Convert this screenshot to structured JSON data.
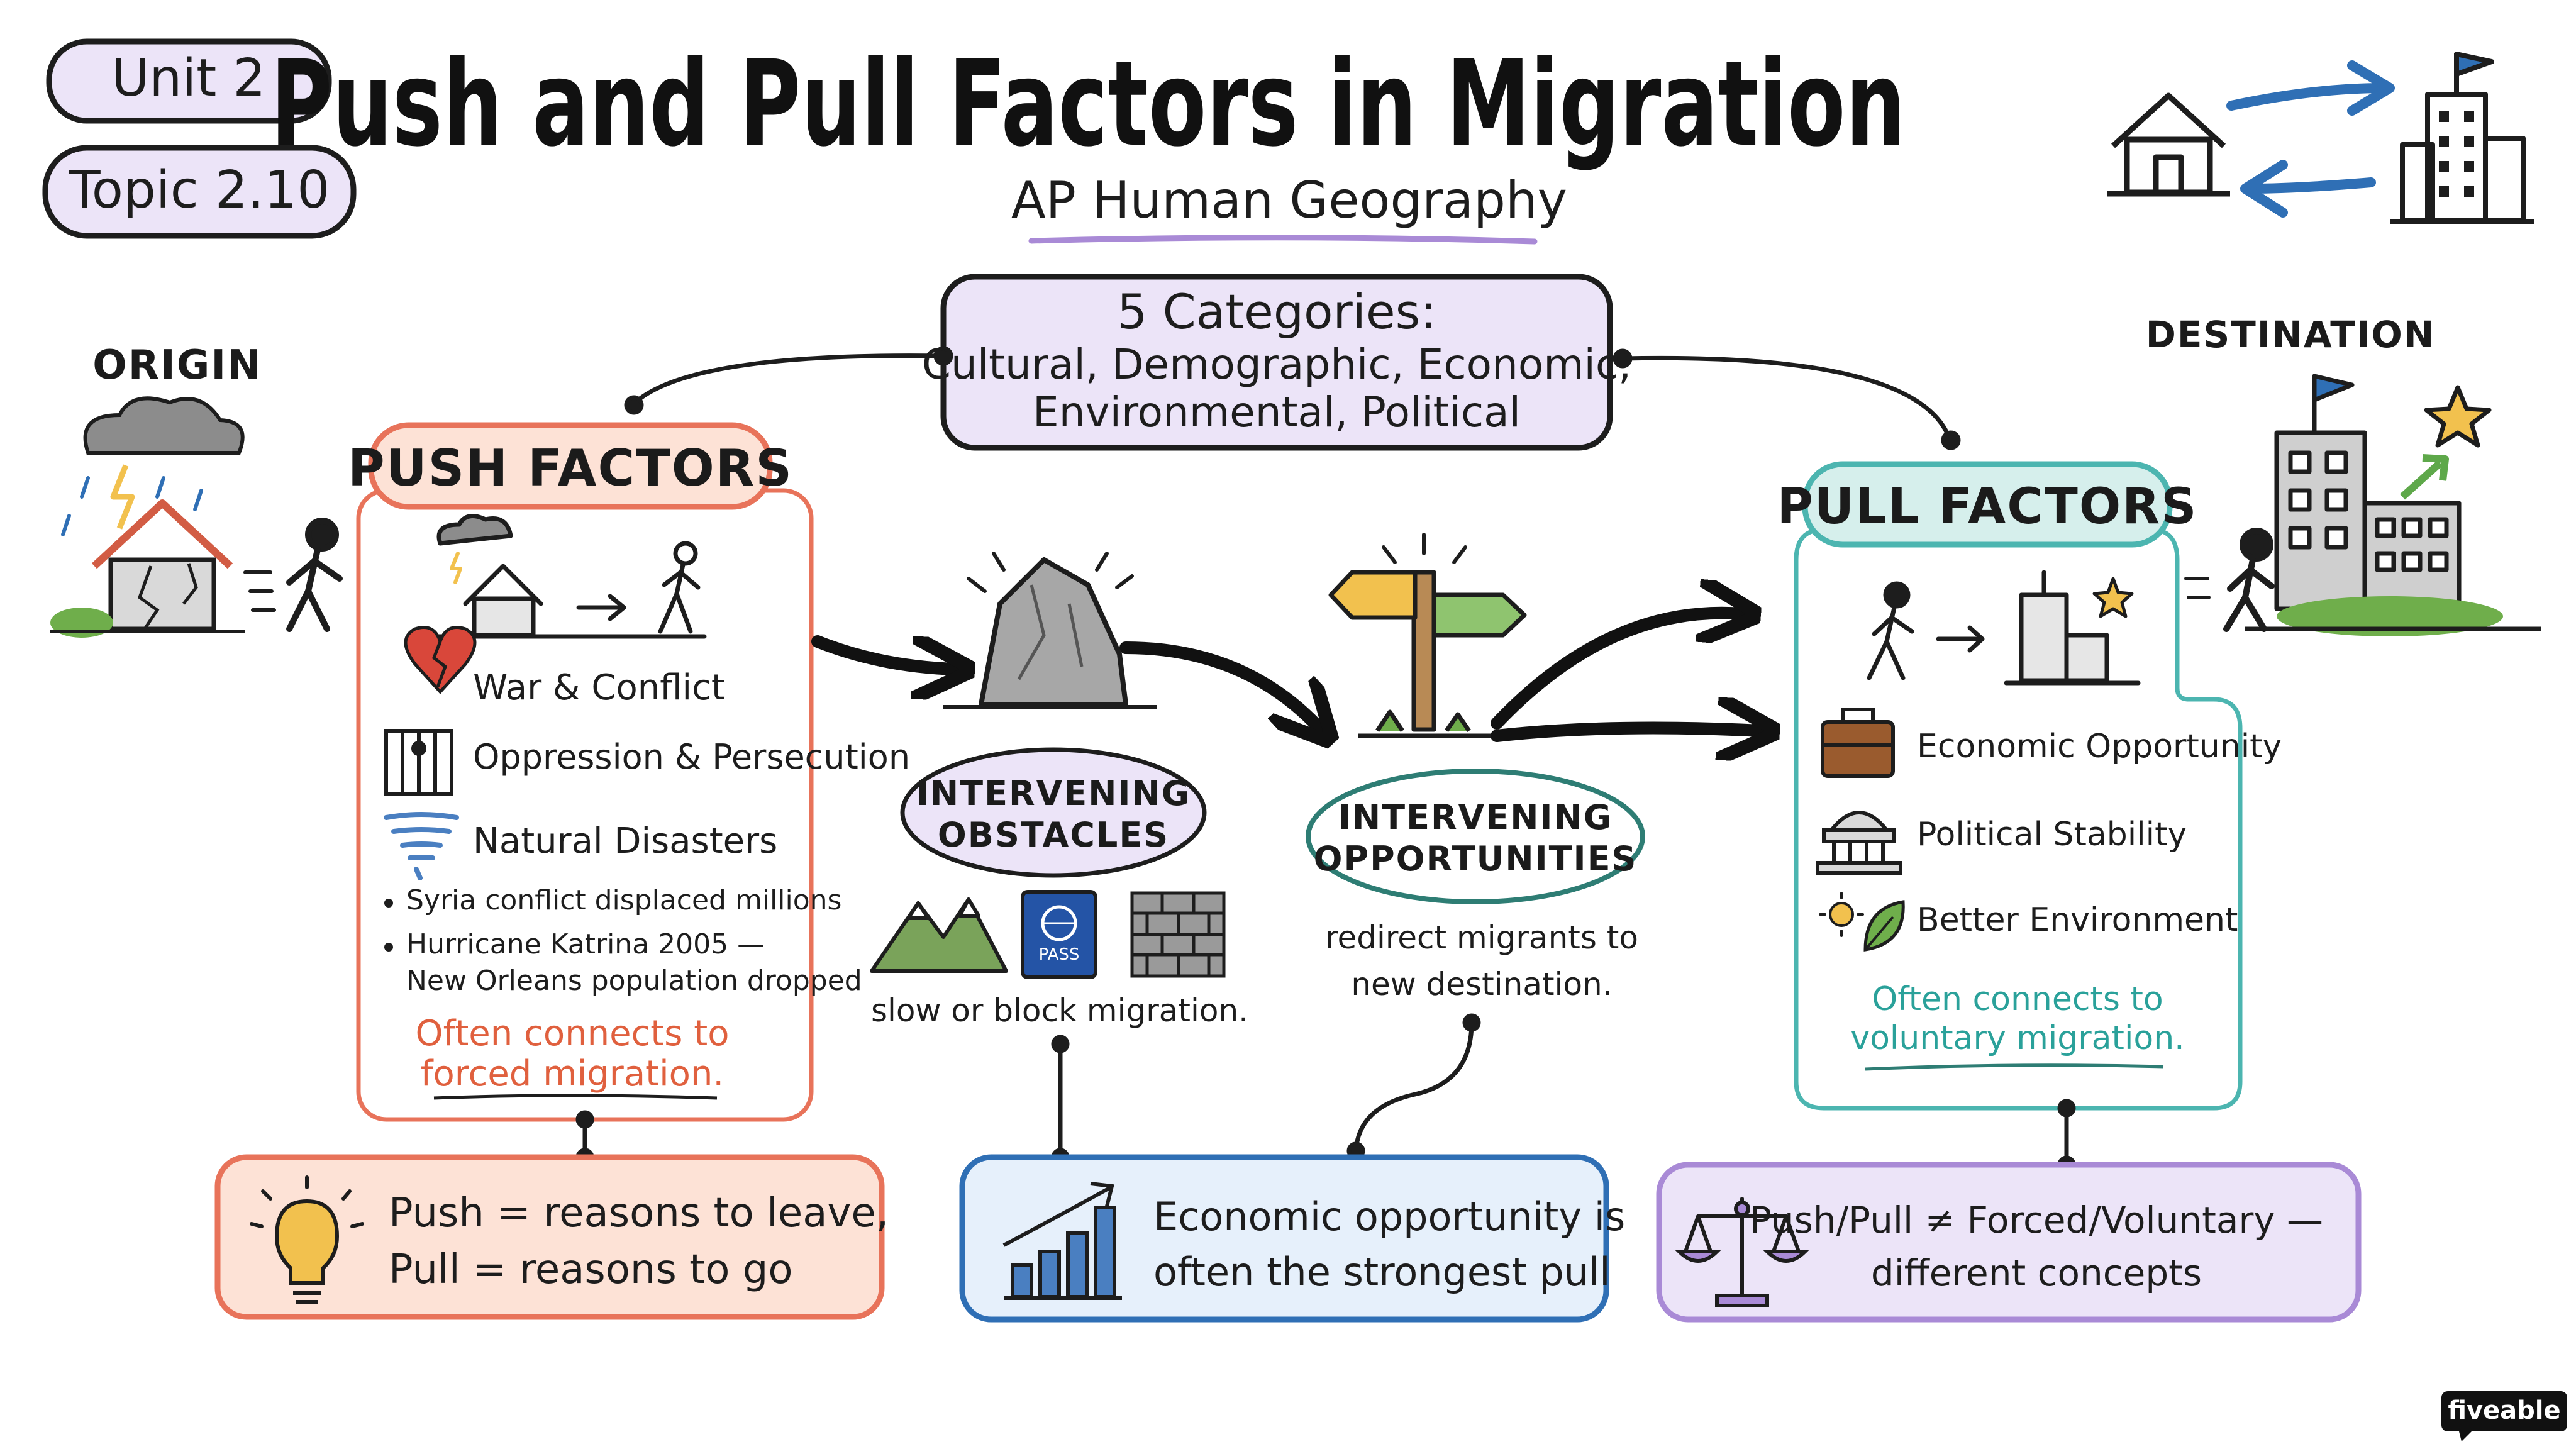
{
  "header": {
    "unit": "Unit 2",
    "topic": "Topic 2.10",
    "title": "Push and Pull Factors in Migration",
    "subtitle": "AP Human Geography"
  },
  "categories": {
    "heading": "5 Categories:",
    "line1": "Cultural, Demographic, Economic,",
    "line2": "Environmental, Political"
  },
  "origin_label": "ORIGIN",
  "destination_label": "DESTINATION",
  "push": {
    "title": "PUSH FACTORS",
    "items": [
      "War & Conflict",
      "Oppression & Persecution",
      "Natural Disasters"
    ],
    "examples": [
      "Syria conflict displaced millions",
      "Hurricane Katrina 2005 —",
      "New Orleans population dropped"
    ],
    "note_line1": "Often connects to",
    "note_line2": "forced migration."
  },
  "obstacles": {
    "title_line1": "INTERVENING",
    "title_line2": "OBSTACLES",
    "passport_text": "PASS",
    "caption": "slow or block migration."
  },
  "opportunities": {
    "title_line1": "INTERVENING",
    "title_line2": "OPPORTUNITIES",
    "caption_line1": "redirect migrants to",
    "caption_line2": "new destination."
  },
  "pull": {
    "title": "PULL FACTORS",
    "items": [
      "Economic Opportunity",
      "Political Stability",
      "Better Environment"
    ],
    "note_line1": "Often connects to",
    "note_line2": "voluntary migration."
  },
  "bottom": {
    "left_line1": "Push  =  reasons to leave,",
    "left_line2": "Pull  =  reasons to go",
    "middle_line1": "Economic opportunity is",
    "middle_line2": "often the strongest pull",
    "right_line1": "Push/Pull ≠ Forced/Voluntary —",
    "right_line2": "different concepts"
  },
  "brand": "fiveable",
  "colors": {
    "push": "#e8735a",
    "push_fill": "#fde2d6",
    "pull": "#4cb5b0",
    "pull_fill": "#d6efec",
    "purple": "#a98ad6",
    "purple_fill": "#ece4f8",
    "blue": "#2f6fb5",
    "blue_fill": "#e6f0fb",
    "ink": "#1d1d1d"
  }
}
